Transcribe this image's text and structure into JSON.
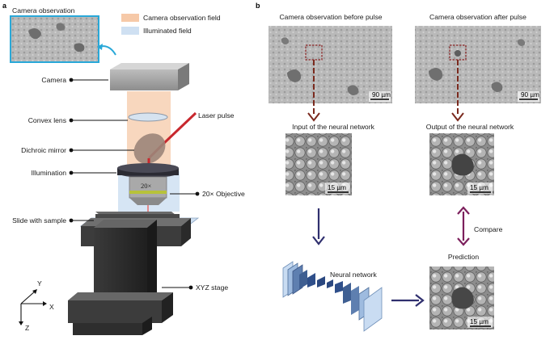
{
  "panel_a": {
    "letter": "a",
    "inset_title": "Camera observation",
    "legend": {
      "camera_field": {
        "label": "Camera observation field",
        "color": "#f6c9a8"
      },
      "illuminated_field": {
        "label": "Illuminated field",
        "color": "#cfe0f2"
      }
    },
    "labels": {
      "camera": "Camera",
      "convex_lens": "Convex lens",
      "laser_pulse": "Laser pulse",
      "dichroic_mirror": "Dichroic mirror",
      "illumination": "Illumination",
      "objective": "20× Objective",
      "objective_mark": "20×",
      "slide": "Slide with sample",
      "stage": "XYZ stage"
    },
    "axes": {
      "x": "X",
      "y": "Y",
      "z": "Z"
    },
    "colors": {
      "inset_border": "#29a8d8",
      "laser": "#c8282e",
      "leader_dot": "#111111"
    }
  },
  "panel_b": {
    "letter": "b",
    "before_title": "Camera observation before pulse",
    "after_title": "Camera observation after pulse",
    "scalebar_large": "90 µm",
    "input_title": "Input of the neural network",
    "output_title": "Output of the neural network",
    "scalebar_small": "15 µm",
    "compare": "Compare",
    "prediction": "Prediction",
    "neural_network": "Neural network",
    "colors": {
      "zoom_arrow": "#7b2a1e",
      "flow_arrow": "#2f2f6e",
      "compare_arrow": "#7c1f5c",
      "network": "#2f4f8a"
    }
  }
}
